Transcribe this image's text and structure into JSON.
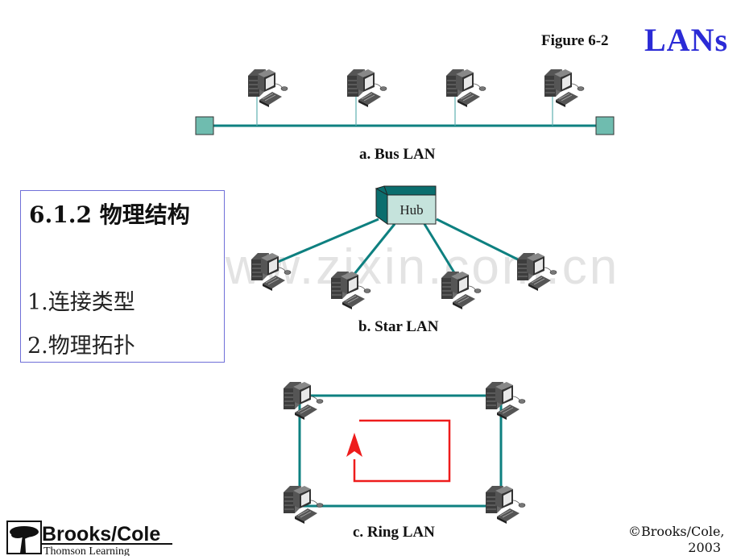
{
  "header": {
    "figure_label": "Figure 6-2",
    "title": "LANs"
  },
  "outline": {
    "heading": "6.1.2 物理结构",
    "items": [
      "1.连接类型",
      "2.物理拓扑"
    ]
  },
  "diagrams": {
    "bus": {
      "caption": "a. Bus LAN",
      "computers": 4
    },
    "star": {
      "caption": "b. Star LAN",
      "hub_label": "Hub",
      "computers": 4
    },
    "ring": {
      "caption": "c. Ring LAN",
      "computers": 4,
      "direction": "clockwise-arrow"
    }
  },
  "watermark": "www.zixin.com.cn",
  "footer": {
    "publisher_logo": "Brooks/Cole",
    "publisher_sub": "Thomson Learning",
    "copyright_line1": "©Brooks/Cole,",
    "copyright_line2": "2003"
  },
  "colors": {
    "cable": "#0e8080",
    "terminator": "#6fbcaf",
    "hub_front": "#c5e3dc",
    "hub_side": "#0b6e6e",
    "ring_arrow": "#ee1c1c",
    "title": "#2b2bd6",
    "outline_border": "#7070d8"
  }
}
